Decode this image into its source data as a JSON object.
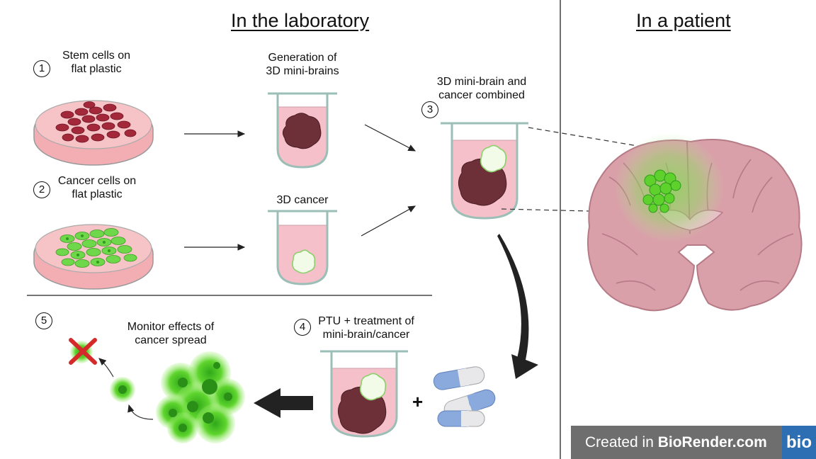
{
  "headings": {
    "lab": "In the laboratory",
    "patient": "In a patient"
  },
  "steps": [
    {
      "number": "1",
      "label_line1": "Stem cells on",
      "label_line2": "flat plastic"
    },
    {
      "number": "2",
      "label_line1": "Cancer cells on",
      "label_line2": "flat plastic"
    },
    {
      "number": "3",
      "label_line1": "3D mini-brain and",
      "label_line2": "cancer combined"
    },
    {
      "number": "4",
      "label_line1": "PTU + treatment of",
      "label_line2": "mini-brain/cancer"
    },
    {
      "number": "5",
      "label_line1": "Monitor effects of",
      "label_line2": "cancer spread"
    }
  ],
  "generation": {
    "line1": "Generation of",
    "line2": "3D mini-brains"
  },
  "cancer3d": "3D cancer",
  "plus": "+",
  "credit": {
    "prefix": "Created in ",
    "brand": "BioRender.com",
    "logo": "bio"
  },
  "colors": {
    "brain_tissue": "#d9a0a9",
    "organoid": "#6b2e33",
    "cancer_green": "#5ed12c",
    "stem_cell": "#b0303a",
    "medium_pink": "#f5b7c3",
    "pill_blue": "#8aa9dc"
  }
}
